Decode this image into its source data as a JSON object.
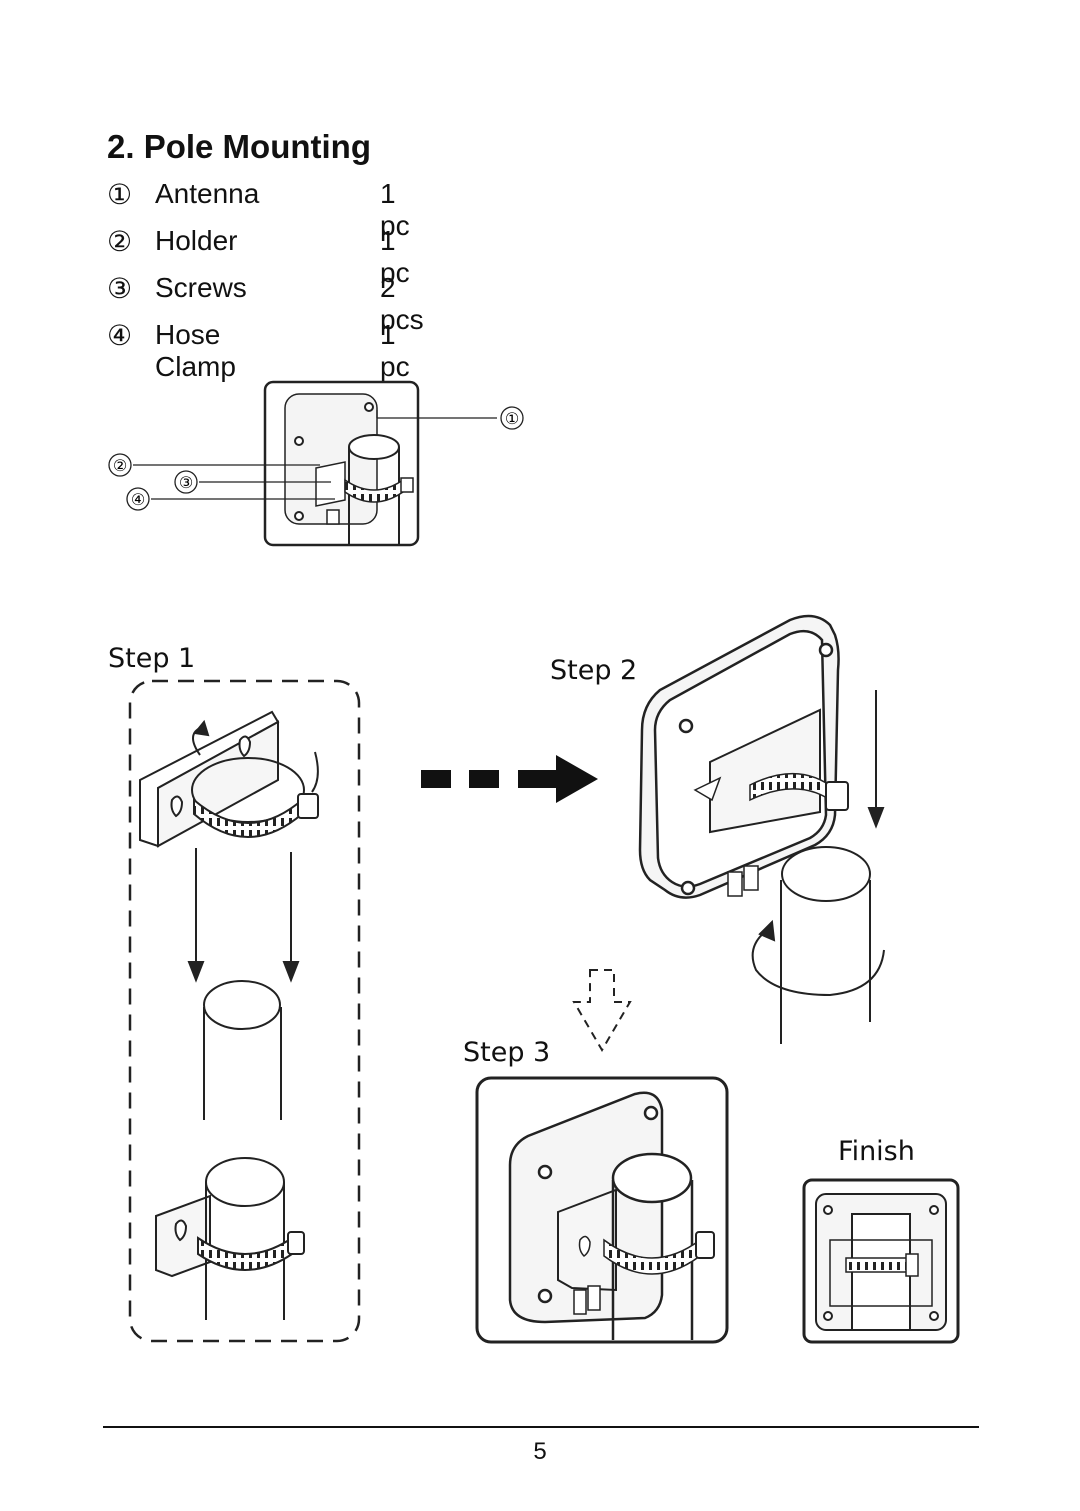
{
  "section": {
    "heading": "2.  Pole Mounting"
  },
  "parts": [
    {
      "num": "①",
      "name": "Antenna",
      "qty": "1 pc"
    },
    {
      "num": "②",
      "name": "Holder",
      "qty": "1 pc"
    },
    {
      "num": "③",
      "name": "Screws",
      "qty": "2 pcs"
    },
    {
      "num": "④",
      "name": "Hose Clamp",
      "qty": "1 pc"
    }
  ],
  "callouts": [
    "①",
    "②",
    "③",
    "④"
  ],
  "steps": {
    "step1": "Step 1",
    "step2": "Step 2",
    "step3": "Step 3",
    "finish": "Finish"
  },
  "footer": {
    "page_number": "5"
  }
}
